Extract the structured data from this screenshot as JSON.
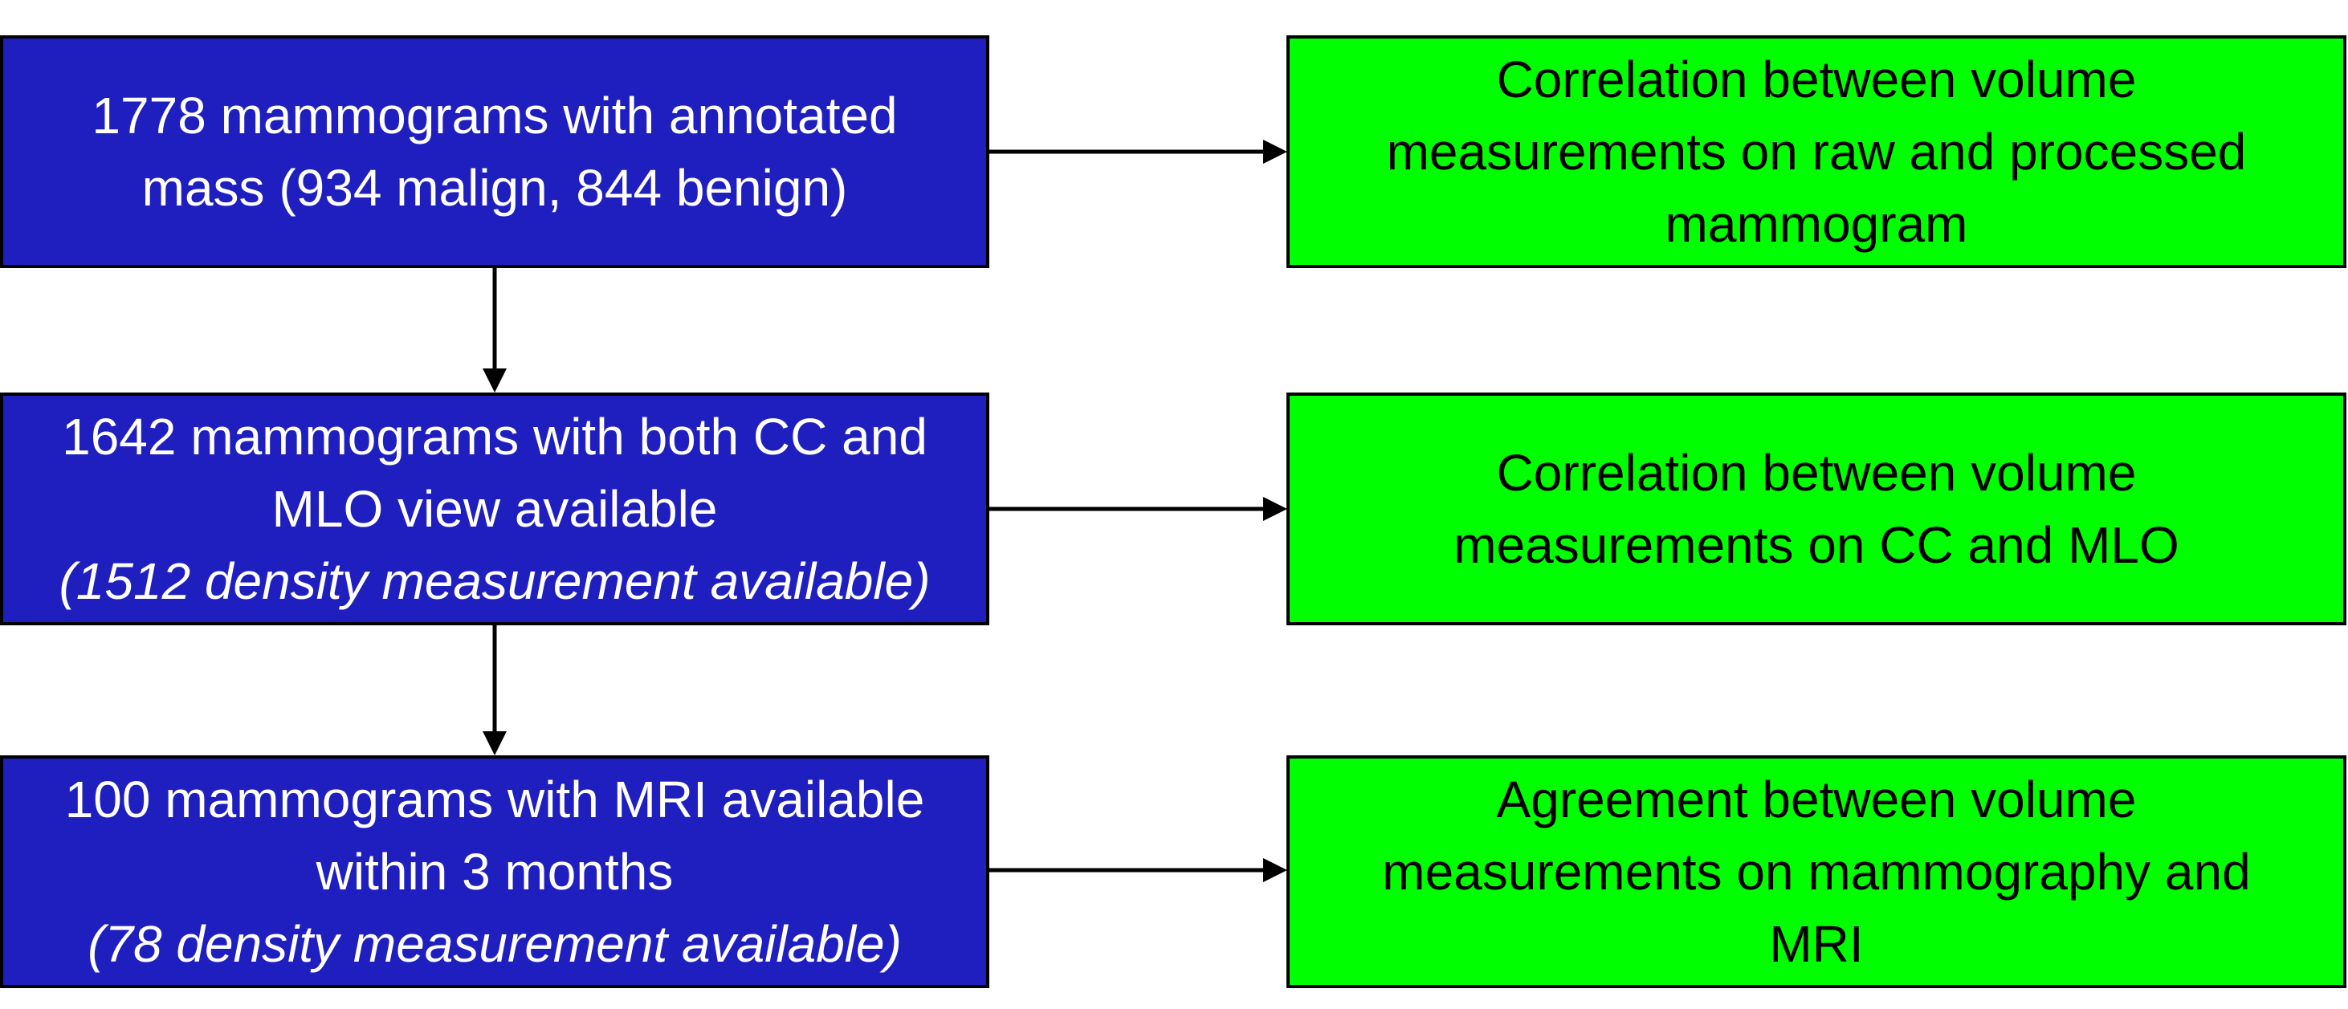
{
  "left_boxes": [
    {
      "lines": [
        "1778 mammograms with annotated",
        "mass (934 malign, 844 benign)"
      ],
      "note": ""
    },
    {
      "lines": [
        "1642 mammograms with both CC and",
        "MLO view available"
      ],
      "note": "(1512 density measurement available)"
    },
    {
      "lines": [
        "100 mammograms with MRI available",
        "within 3 months"
      ],
      "note": "(78 density measurement available)"
    }
  ],
  "right_boxes": [
    {
      "lines": [
        "Correlation between volume",
        "measurements on raw and processed",
        "mammogram"
      ]
    },
    {
      "lines": [
        "Correlation between volume",
        "measurements on CC and MLO"
      ]
    },
    {
      "lines": [
        "Agreement between volume",
        "measurements on mammography and",
        "MRI"
      ]
    }
  ],
  "colors": {
    "left_fill": "#1f1fbf",
    "right_fill": "#00ff00",
    "border": "#000000",
    "arrow": "#000000"
  }
}
